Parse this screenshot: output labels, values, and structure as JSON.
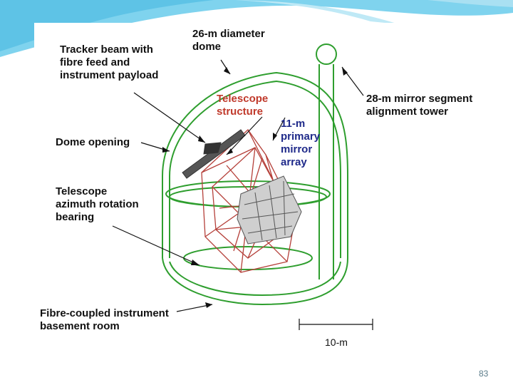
{
  "labels": {
    "tracker_beam": "Tracker beam with\nfibre feed and\ninstrument payload",
    "dome": "26-m diameter\ndome",
    "telescope_structure": "Telescope\nstructure",
    "primary_mirror": "11-m\nprimary\nmirror\narray",
    "alignment_tower": "28-m mirror segment\nalignment tower",
    "dome_opening": "Dome opening",
    "azimuth_bearing": "Telescope\nazimuth rotation\nbearing",
    "basement": "Fibre-coupled instrument\nbasement room",
    "scale": "10-m"
  },
  "slide_number": "83",
  "colors": {
    "dome_green": "#2e9e2e",
    "structure_red": "#b5403a",
    "wave_blue": "#5ec3e6"
  }
}
